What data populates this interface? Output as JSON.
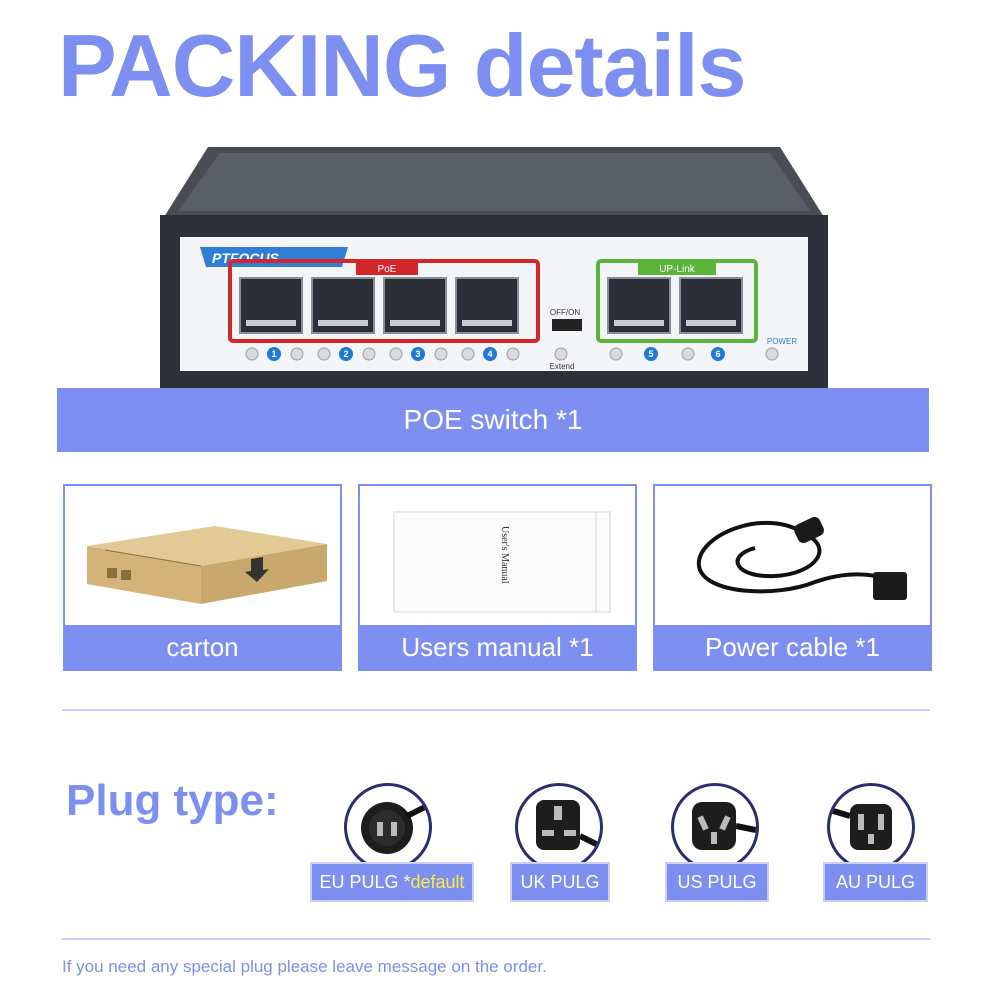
{
  "page": {
    "title": "PACKING details",
    "accent_color": "#7d8ff0"
  },
  "device": {
    "brand": "PTFOCUS",
    "poe_label": "PoE",
    "uplink_label": "UP-Link",
    "switch_label": "OFF/ON",
    "extend_label": "Extend",
    "power_label": "POWER",
    "port_numbers": [
      "1",
      "2",
      "3",
      "4",
      "5",
      "6"
    ]
  },
  "main_item": {
    "label": "POE switch *1"
  },
  "items": [
    {
      "label": "carton",
      "icon": "carton-box-icon"
    },
    {
      "label": "Users manual *1",
      "icon": "manual-booklet-icon"
    },
    {
      "label": "Power cable  *1",
      "icon": "power-cable-icon"
    }
  ],
  "manual": {
    "cover_text": "User's Manual"
  },
  "plugs": {
    "title": "Plug type:",
    "items": [
      {
        "label": "EU PULG *",
        "highlight": "default",
        "icon": "eu-plug-icon"
      },
      {
        "label": "UK PULG",
        "icon": "uk-plug-icon"
      },
      {
        "label": "US PULG",
        "icon": "us-plug-icon"
      },
      {
        "label": "AU PULG",
        "icon": "au-plug-icon"
      }
    ]
  },
  "footer": {
    "note": "If you need any special plug please leave message on the order."
  }
}
